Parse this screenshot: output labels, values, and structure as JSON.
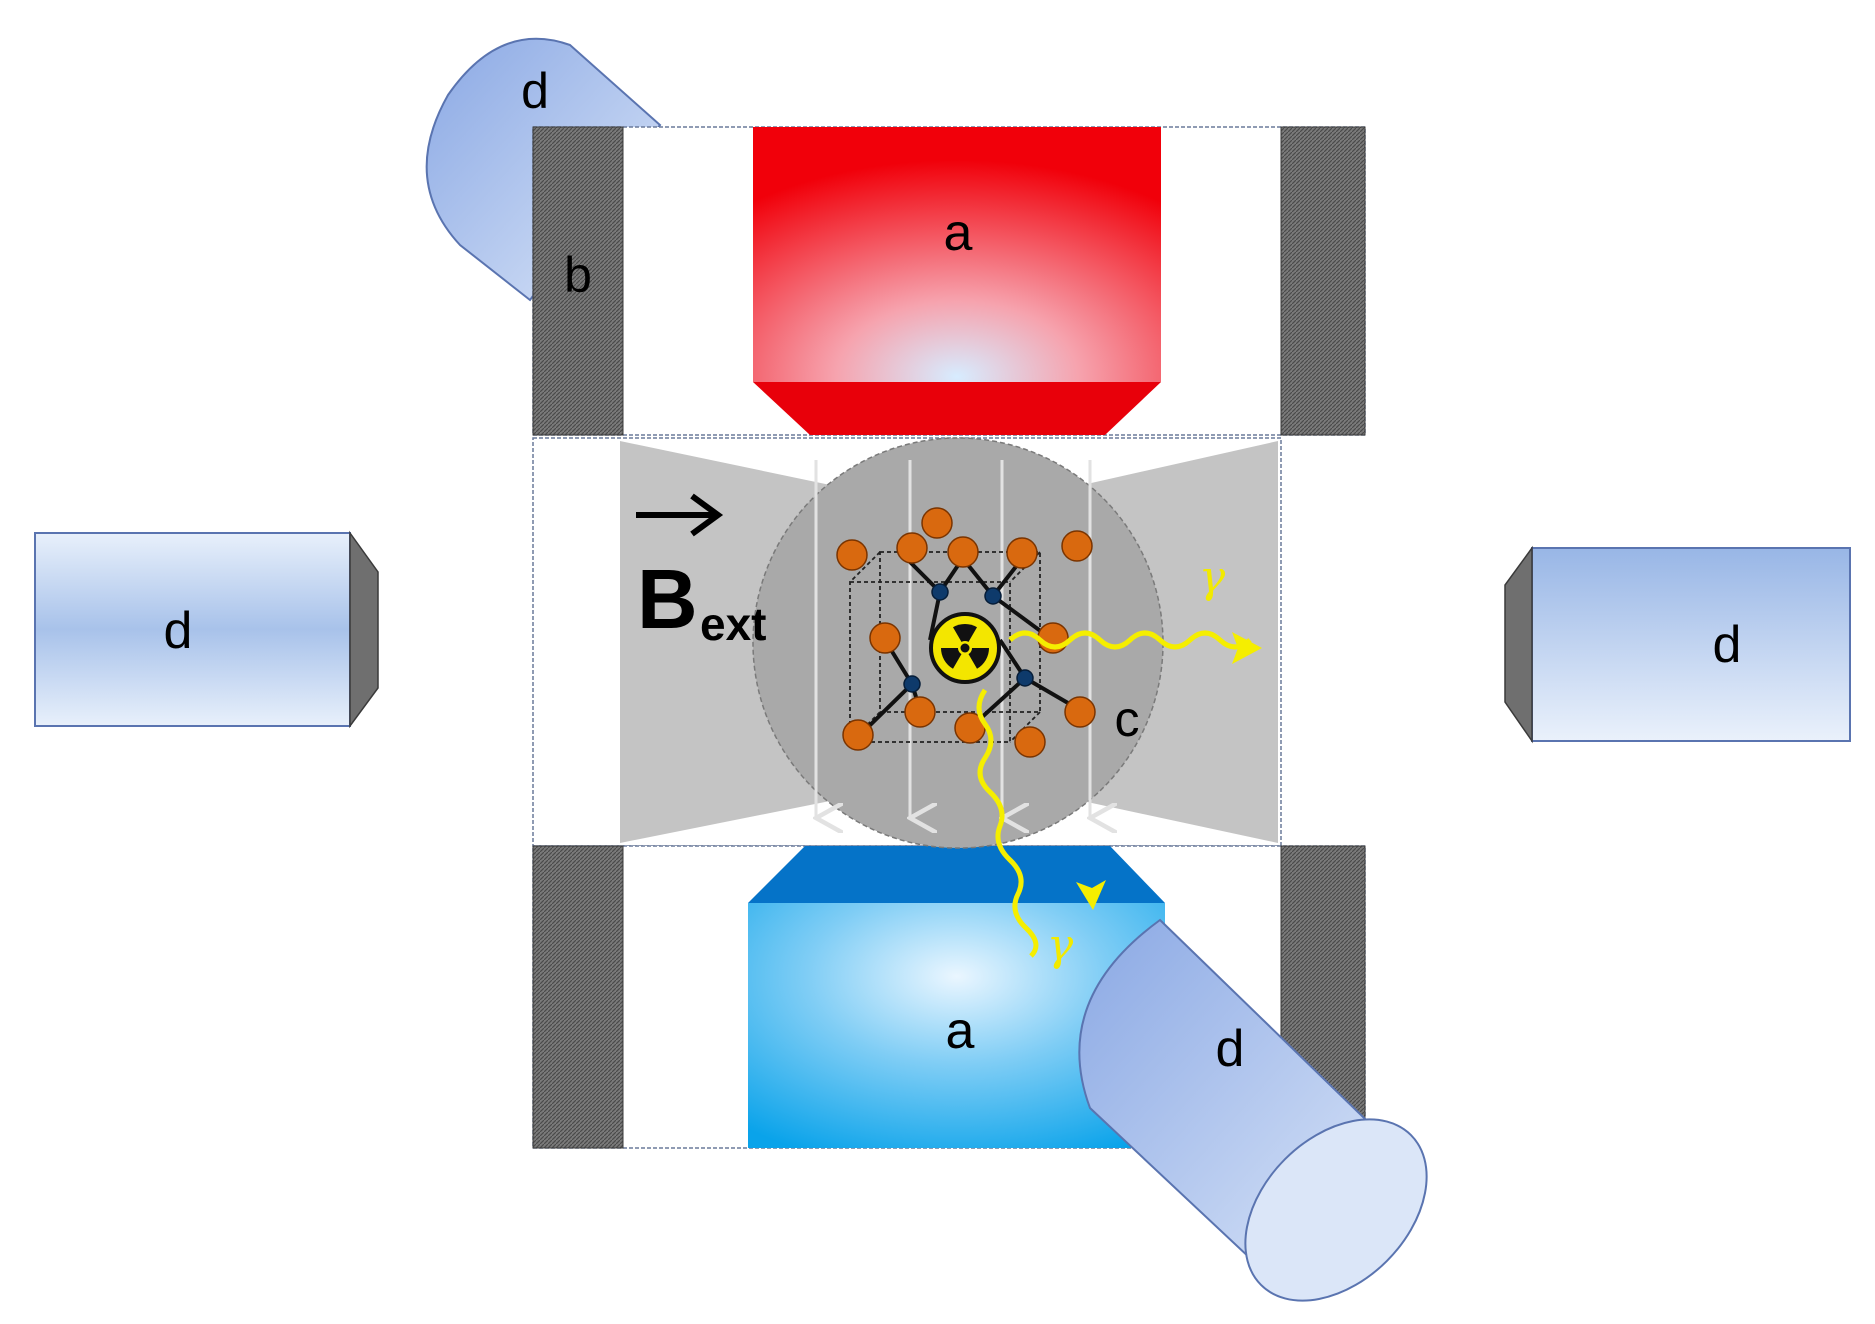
{
  "labels": {
    "magnet": "a",
    "shield": "b",
    "sample": "c",
    "detector": "d",
    "field_main": "B",
    "field_sub": "ext",
    "gamma": "γ"
  },
  "colors": {
    "magnet_top": "#e8000a",
    "magnet_bottom": "#0a9fe6",
    "detector": "#9db8e8",
    "shield": "#6e6e6e",
    "field_region": "#c4c4c4",
    "sample_sphere": "#a8a8a8",
    "atom": "#d9690f",
    "gamma_ray": "#f5ee00"
  },
  "icons": {
    "source": "radiation-trefoil-icon",
    "field_arrow": "arrow-right-icon"
  }
}
